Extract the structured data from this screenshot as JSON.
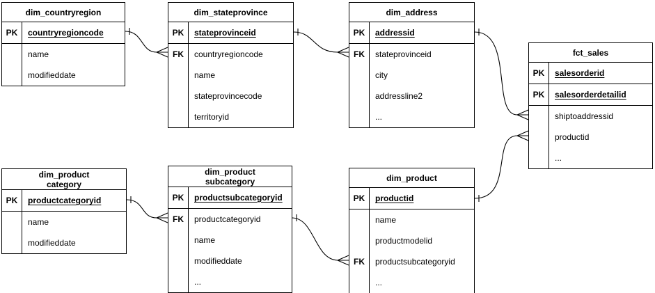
{
  "diagram": {
    "kind": "entity-relationship-diagram",
    "notation": "crows-foot",
    "colors": {
      "line": "#000000",
      "background": "#ffffff",
      "text": "#000000"
    }
  },
  "entities": [
    {
      "title": "dim_countryregion",
      "keyed_rows": [
        {
          "key": "PK",
          "name": "countryregioncode"
        }
      ],
      "rows": [
        {
          "key": "",
          "name": "name"
        },
        {
          "key": "",
          "name": "modifieddate"
        }
      ]
    },
    {
      "title": "dim_stateprovince",
      "keyed_rows": [
        {
          "key": "PK",
          "name": "stateprovinceid"
        }
      ],
      "rows": [
        {
          "key": "FK",
          "name": "countryregioncode"
        },
        {
          "key": "",
          "name": "name"
        },
        {
          "key": "",
          "name": "stateprovincecode"
        },
        {
          "key": "",
          "name": "territoryid"
        }
      ]
    },
    {
      "title": "dim_address",
      "keyed_rows": [
        {
          "key": "PK",
          "name": "addressid"
        }
      ],
      "rows": [
        {
          "key": "FK",
          "name": "stateprovinceid"
        },
        {
          "key": "",
          "name": "city"
        },
        {
          "key": "",
          "name": "addressline2"
        },
        {
          "key": "",
          "name": "..."
        }
      ]
    },
    {
      "title": "fct_sales",
      "keyed_rows": [
        {
          "key": "PK",
          "name": "salesorderid"
        },
        {
          "key": "PK",
          "name": "salesorderdetailid"
        }
      ],
      "rows": [
        {
          "key": "",
          "name": "shiptoaddressid"
        },
        {
          "key": "",
          "name": "productid"
        },
        {
          "key": "",
          "name": "..."
        }
      ]
    },
    {
      "title": "dim_product\ncategory",
      "keyed_rows": [
        {
          "key": "PK",
          "name": "productcategoryid"
        }
      ],
      "rows": [
        {
          "key": "",
          "name": "name"
        },
        {
          "key": "",
          "name": "modifieddate"
        }
      ]
    },
    {
      "title": "dim_product\nsubcategory",
      "keyed_rows": [
        {
          "key": "PK",
          "name": "productsubcategoryid"
        }
      ],
      "rows": [
        {
          "key": "FK",
          "name": "productcategoryid"
        },
        {
          "key": "",
          "name": "name"
        },
        {
          "key": "",
          "name": "modifieddate"
        },
        {
          "key": "",
          "name": "..."
        }
      ]
    },
    {
      "title": "dim_product",
      "keyed_rows": [
        {
          "key": "PK",
          "name": "productid"
        }
      ],
      "rows": [
        {
          "key": "",
          "name": "name"
        },
        {
          "key": "",
          "name": "productmodelid"
        },
        {
          "key": "FK",
          "name": "productsubcategoryid"
        },
        {
          "key": "",
          "name": "..."
        }
      ]
    }
  ],
  "relationships": [
    {
      "from": "dim_countryregion.countryregioncode",
      "to": "dim_stateprovince.countryregioncode",
      "cardinality": "one-to-many"
    },
    {
      "from": "dim_stateprovince.stateprovinceid",
      "to": "dim_address.stateprovinceid",
      "cardinality": "one-to-many"
    },
    {
      "from": "dim_address.addressid",
      "to": "fct_sales.shiptoaddressid",
      "cardinality": "one-to-many"
    },
    {
      "from": "dim_product category.productcategoryid",
      "to": "dim_product subcategory.productcategoryid",
      "cardinality": "one-to-many"
    },
    {
      "from": "dim_product subcategory.productsubcategoryid",
      "to": "dim_product.productsubcategoryid",
      "cardinality": "one-to-many"
    },
    {
      "from": "dim_product.productid",
      "to": "fct_sales.productid",
      "cardinality": "one-to-many"
    }
  ]
}
